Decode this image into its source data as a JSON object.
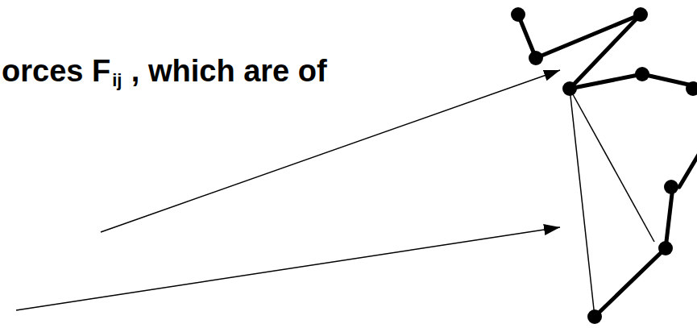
{
  "diagram": {
    "labels": [
      "orces F",
      "ij",
      ", which are of"
    ]
  }
}
